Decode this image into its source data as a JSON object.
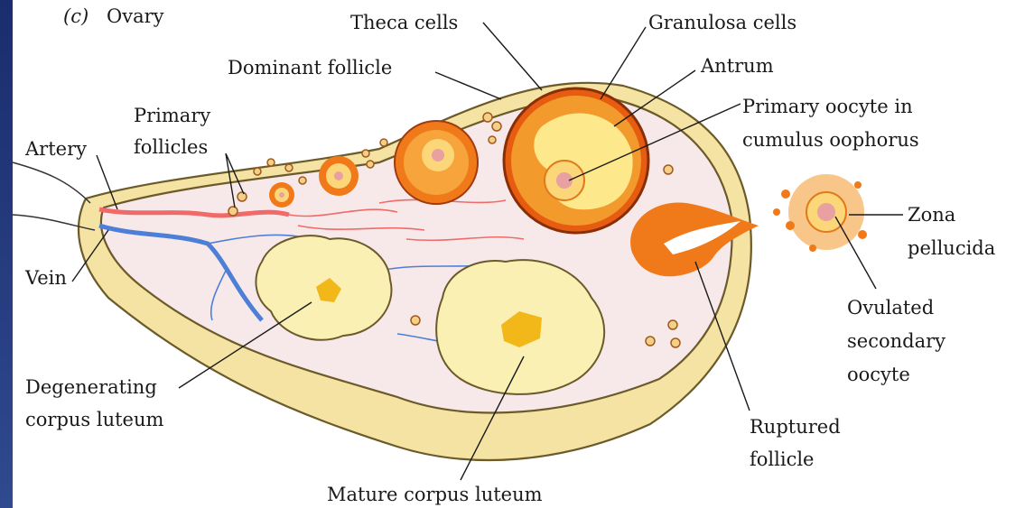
{
  "panel": {
    "letter": "(c)",
    "title": "Ovary"
  },
  "labels": {
    "theca_cells": "Theca cells",
    "granulosa_cells": "Granulosa cells",
    "dominant_follicle": "Dominant follicle",
    "antrum": "Antrum",
    "primary_oocyte_line1": "Primary oocyte in",
    "primary_oocyte_line2": "cumulus oophorus",
    "primary_follicles_line1": "Primary",
    "primary_follicles_line2": "follicles",
    "artery": "Artery",
    "vein": "Vein",
    "zona_line1": "Zona",
    "zona_line2": "pellucida",
    "ovulated_line1": "Ovulated",
    "ovulated_line2": "secondary",
    "ovulated_line3": "oocyte",
    "degenerating_line1": "Degenerating",
    "degenerating_line2": "corpus luteum",
    "ruptured_line1": "Ruptured",
    "ruptured_line2": "follicle",
    "mature_corpus_luteum": "Mature corpus luteum"
  },
  "colors": {
    "ovary_fill": "#f7e9ea",
    "capsule": "#f5e3a3",
    "follicle_orange": "#f07a1a",
    "luteum_yellow": "#faf0b4",
    "luteum_core": "#f2b81a",
    "artery": "#f06a6a",
    "vein": "#4d7fd6",
    "side_strip": "#1f3577"
  }
}
